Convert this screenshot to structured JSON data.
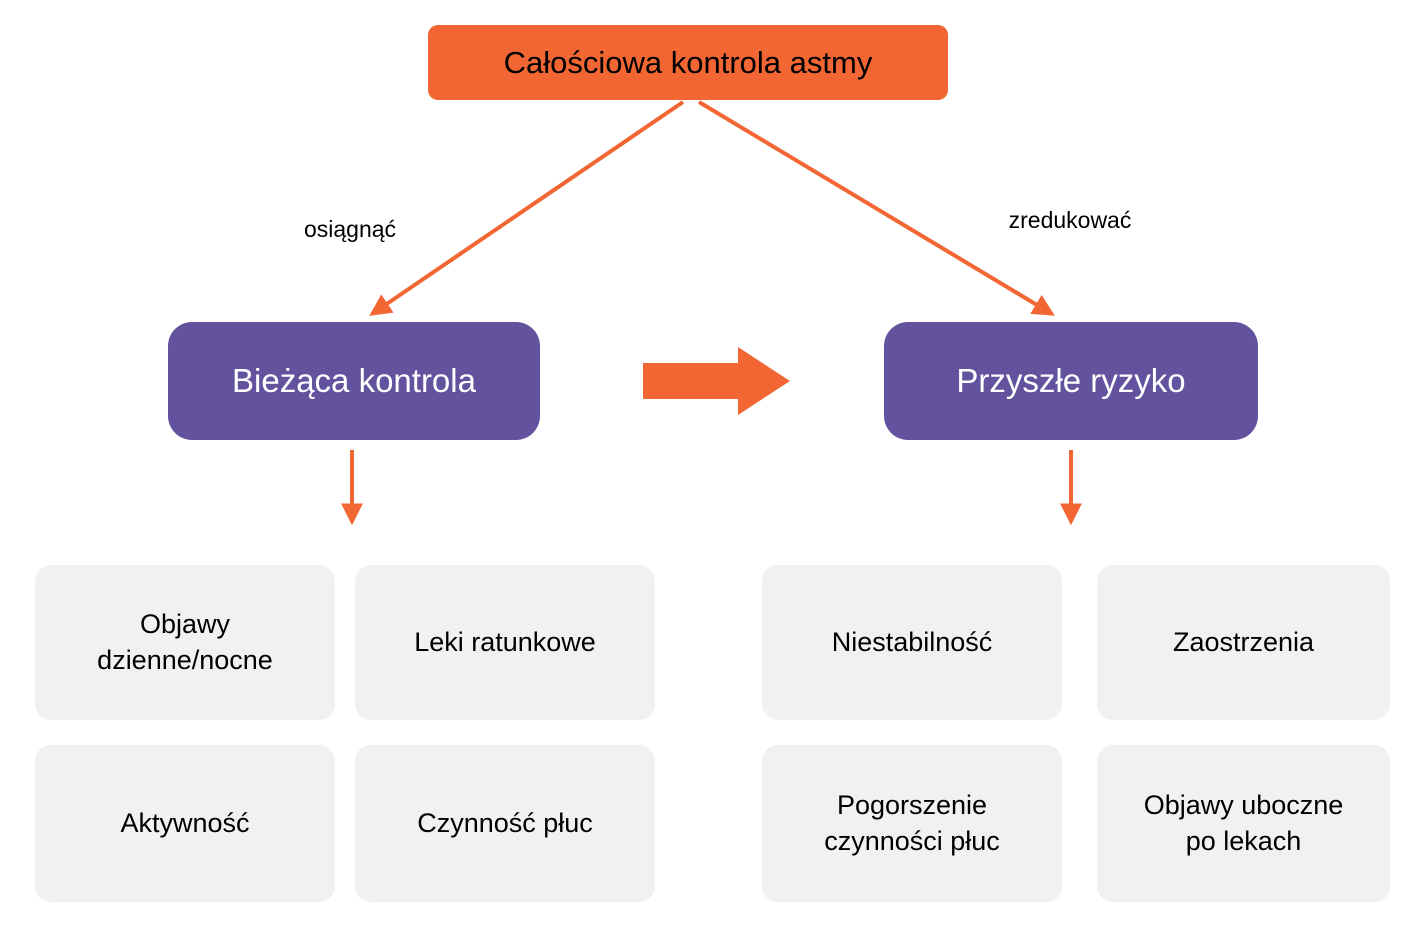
{
  "diagram": {
    "title": "Całościowa kontrola astmy",
    "left_branch_label": "osiągnąć",
    "right_branch_label": "zredukować",
    "left_node": "Bieżąca kontrola",
    "right_node": "Przyszłe ryzyko",
    "left_items": [
      "Objawy\ndzienne/nocne",
      "Leki ratunkowe",
      "Aktywność",
      "Czynność płuc"
    ],
    "right_items": [
      "Niestabilność",
      "Zaostrzenia",
      "Pogorszenie\nczynności płuc",
      "Objawy uboczne\npo lekach"
    ],
    "colors": {
      "accent_orange": "#F26633",
      "node_purple": "#63539F",
      "leaf_gray": "#F1F1F1"
    }
  }
}
